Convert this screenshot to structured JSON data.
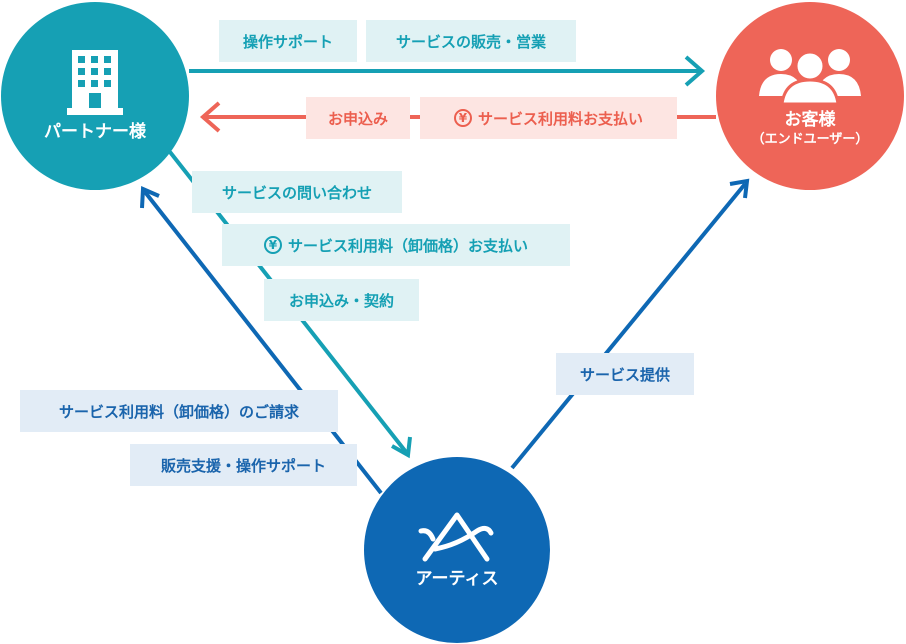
{
  "nodes": {
    "partner": {
      "label": "パートナー様",
      "icon": "building-icon",
      "color": "#16a0b4"
    },
    "customer": {
      "label": "お客様",
      "sublabel": "（エンドユーザー）",
      "icon": "users-icon",
      "color": "#ee6558"
    },
    "artis": {
      "label": "アーティス",
      "icon": "artis-logo-icon",
      "color": "#0e68b4"
    }
  },
  "labels": {
    "support": "操作サポート",
    "sales": "サービスの販売・営業",
    "apply": "お申込み",
    "payment": "サービス利用料お支払い",
    "inquiry": "サービスの問い合わせ",
    "wholesale_payment": "サービス利用料（卸価格）お支払い",
    "apply_contract": "お申込み・契約",
    "provide": "サービス提供",
    "billing": "サービス利用料（卸価格）のご請求",
    "sales_support": "販売支援・操作サポート"
  },
  "colors": {
    "teal": "#16a0b4",
    "red": "#ee6558",
    "blue": "#0e68b4"
  }
}
